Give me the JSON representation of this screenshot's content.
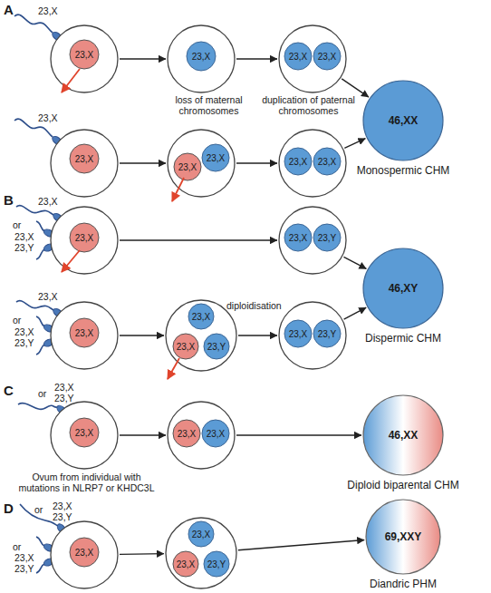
{
  "diagram": {
    "nodes": [
      {
        "text": []
      },
      {
        "text": [
          "23,X"
        ],
        "in": 0
      },
      {
        "text": []
      },
      {
        "text": [
          "23,X"
        ],
        "in": 2
      },
      {
        "text": []
      },
      {
        "text": [
          "23,X"
        ],
        "in": 4
      },
      {
        "text": [
          "23,X"
        ],
        "in": 4
      },
      {
        "text": []
      },
      {
        "text": [
          "23,X"
        ],
        "in": 7
      },
      {
        "text": []
      },
      {
        "text": [
          "23,X"
        ],
        "in": 9
      },
      {
        "text": [
          "23,X"
        ],
        "in": 9
      },
      {
        "text": []
      },
      {
        "text": [
          "23,X"
        ],
        "in": 12
      },
      {
        "text": [
          "23,X"
        ],
        "in": 12
      },
      {
        "text": [
          "46,XX",
          "Monospermic CHM"
        ]
      },
      {
        "text": []
      },
      {
        "text": [
          "23,X"
        ],
        "in": 16
      },
      {
        "text": []
      },
      {
        "text": [
          "23,X"
        ],
        "in": 18
      },
      {
        "text": [
          "23,Y"
        ],
        "in": 18
      },
      {
        "text": []
      },
      {
        "text": [
          "23,X"
        ],
        "in": 21
      },
      {
        "text": []
      },
      {
        "text": [
          "23,X"
        ],
        "in": 23
      },
      {
        "text": [
          "23,X"
        ],
        "in": 23
      },
      {
        "text": [
          "23,Y"
        ],
        "in": 23
      },
      {
        "text": []
      },
      {
        "text": [
          "23,X"
        ],
        "in": 27
      },
      {
        "text": [
          "23,Y"
        ],
        "in": 27
      },
      {
        "text": [
          "46,XY",
          "Dispermic CHM"
        ]
      },
      {
        "text": []
      },
      {
        "text": [
          "23,X"
        ],
        "in": 31
      },
      {
        "text": []
      },
      {
        "text": [
          "23,X"
        ],
        "in": 33
      },
      {
        "text": [
          "23,X"
        ],
        "in": 33
      },
      {
        "text": [
          "46,XX",
          "Diploid biparental CHM"
        ]
      },
      {
        "text": []
      },
      {
        "text": [
          "23,X"
        ],
        "in": 37
      },
      {
        "text": []
      },
      {
        "text": [
          "23,X"
        ],
        "in": 39
      },
      {
        "text": [
          "23,X"
        ],
        "in": 39
      },
      {
        "text": [
          "23,Y"
        ],
        "in": 39
      },
      {
        "text": [
          "69,XXY",
          "Diandric PHM"
        ]
      }
    ],
    "edges": [
      {
        "from": 0,
        "to": 2,
        "arrow": "to"
      },
      {
        "from": 2,
        "to": 4,
        "arrow": "to"
      },
      {
        "from": 4,
        "to": 15,
        "arrow": "to"
      },
      {
        "from": 7,
        "to": 9,
        "arrow": "to"
      },
      {
        "from": 9,
        "to": 12,
        "arrow": "to"
      },
      {
        "from": 12,
        "to": 15,
        "arrow": "to"
      },
      {
        "from": 16,
        "to": 18,
        "arrow": "to"
      },
      {
        "from": 18,
        "to": 30,
        "arrow": "to"
      },
      {
        "from": 21,
        "to": 23,
        "arrow": "to"
      },
      {
        "from": 23,
        "to": 27,
        "arrow": "to"
      },
      {
        "from": 27,
        "to": 30,
        "arrow": "to"
      },
      {
        "from": 31,
        "to": 33,
        "arrow": "to"
      },
      {
        "from": 33,
        "to": 36,
        "arrow": "to"
      },
      {
        "from": 37,
        "to": 39,
        "arrow": "to"
      },
      {
        "from": 39,
        "to": 43,
        "arrow": "to"
      }
    ],
    "labels": [
      "A",
      "23,X",
      "loss of maternal chromosomes",
      "duplication of paternal chromosomes",
      "23,X",
      "B",
      "23,X",
      "or",
      "23,X",
      "23,Y",
      "23,X",
      "or",
      "23,X",
      "23,Y",
      "diploidisation",
      "C",
      "or",
      "23,X",
      "23,Y",
      "Ovum from individual with mutations in NLRP7 or KHDC3L",
      "D",
      "or",
      "23,X",
      "23,Y",
      "or",
      "23,X",
      "23,Y"
    ]
  }
}
